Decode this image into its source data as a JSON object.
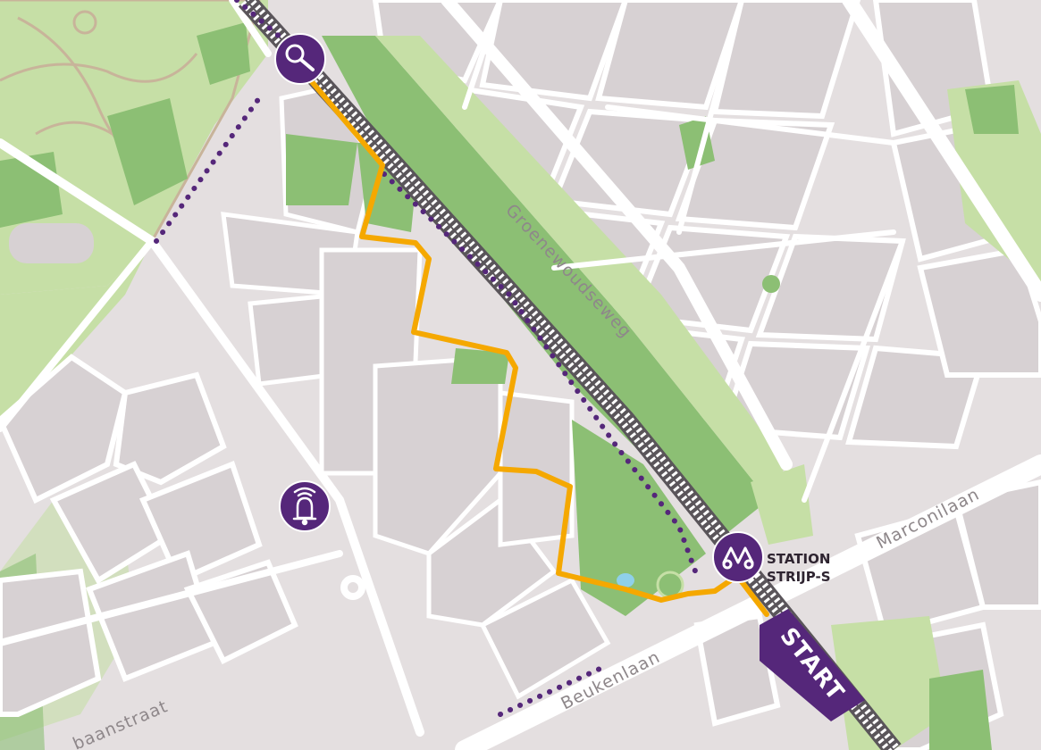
{
  "map": {
    "streets": {
      "groenewoudseweg": "Groenewoudseweg",
      "marconilaan": "Marconilaan",
      "beukenlaan": "Beukenlaan",
      "partial_straat": "baanstraat"
    },
    "station": {
      "line1": "STATION",
      "line2": "STRIJP-S",
      "icon": "train-station-icon"
    },
    "start": {
      "label": "START"
    },
    "markers": [
      {
        "icon": "magnifier-icon"
      },
      {
        "icon": "bell-icon"
      }
    ],
    "colors": {
      "route": "#f5a800",
      "marker": "#55277a",
      "park": "#8cbf74",
      "park_light": "#c6dfa6",
      "block": "#d7d1d3",
      "road": "#ffffff",
      "background": "#e4dfe0"
    }
  }
}
